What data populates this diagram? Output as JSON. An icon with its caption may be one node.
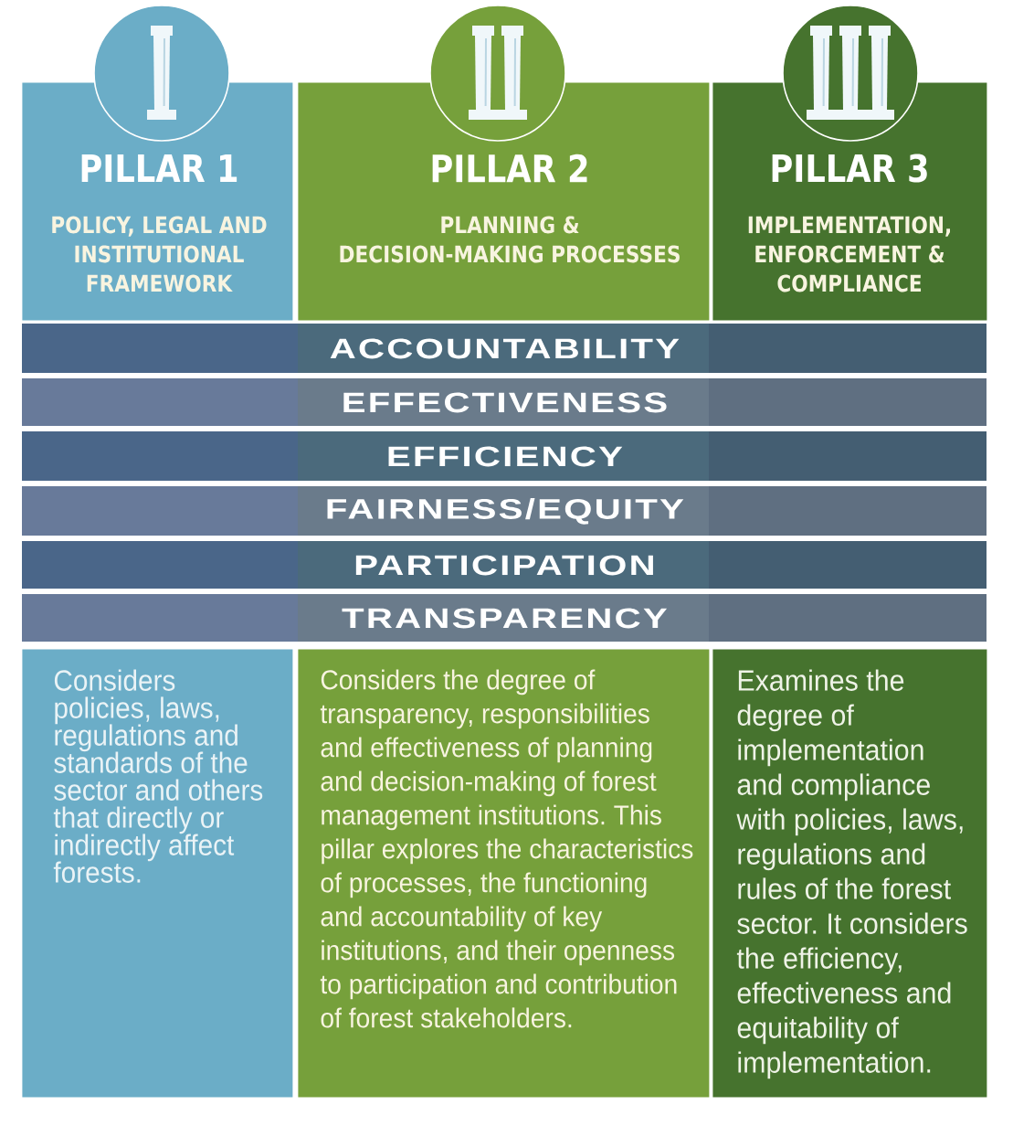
{
  "diagram": {
    "nodes": [
      {
        "text": [
          "PILLAR 1",
          "POLICY, LEGAL AND INSTITUTIONAL FRAMEWORK"
        ]
      },
      {
        "text": [
          "PILLAR 2",
          "PLANNING & DECISION-MAKING PROCESSES"
        ]
      },
      {
        "text": [
          "PILLAR 3",
          "IMPLEMENTATION, ENFORCEMENT & COMPLIANCE"
        ]
      },
      {
        "text": [
          "ACCOUNTABILITY"
        ]
      },
      {
        "text": [
          "EFFECTIVENESS"
        ]
      },
      {
        "text": [
          "EFFICIENCY"
        ]
      },
      {
        "text": [
          "FAIRNESS/EQUITY"
        ]
      },
      {
        "text": [
          "PARTICIPATION"
        ]
      },
      {
        "text": [
          "TRANSPARENCY"
        ]
      },
      {
        "text": [
          "Considers policies, laws, regulations and standards of the sector and others that directly or indirectly affect forests."
        ]
      },
      {
        "text": [
          "Considers the degree of transparency, responsibilities and effectiveness of planning and decision-making of forest management institutions. This pillar explores the characteristics of processes, the functioning and accountability of key institutions, and their openness to participation and contribution of forest stakeholders."
        ]
      },
      {
        "text": [
          "Examines the degree of implementation and compliance with policies, laws, regulations and rules of the forest sector. It considers the efficiency, effectiveness and equitability of implementation."
        ]
      }
    ]
  }
}
